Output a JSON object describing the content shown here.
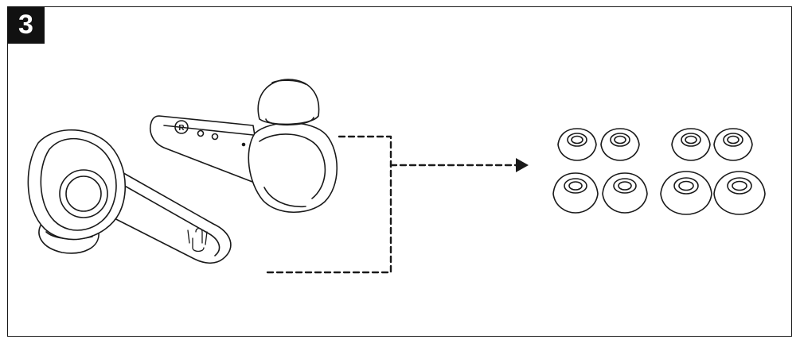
{
  "step": {
    "number": "3"
  },
  "colors": {
    "ink": "#1a1a1a",
    "badge_bg": "#111111",
    "badge_text": "#ffffff",
    "paper": "#ffffff"
  },
  "icons": {
    "right_earbud": "earbud-right-icon",
    "left_earbud": "earbud-left-icon",
    "touch_control": "touch-gesture-icon",
    "ear_tip": "ear-tip-icon",
    "arrow": "arrow-right-icon"
  },
  "right_earbud": {
    "side_mark": "R"
  },
  "ear_tips": {
    "groups": 2,
    "rows": 2,
    "per_row": 2
  }
}
